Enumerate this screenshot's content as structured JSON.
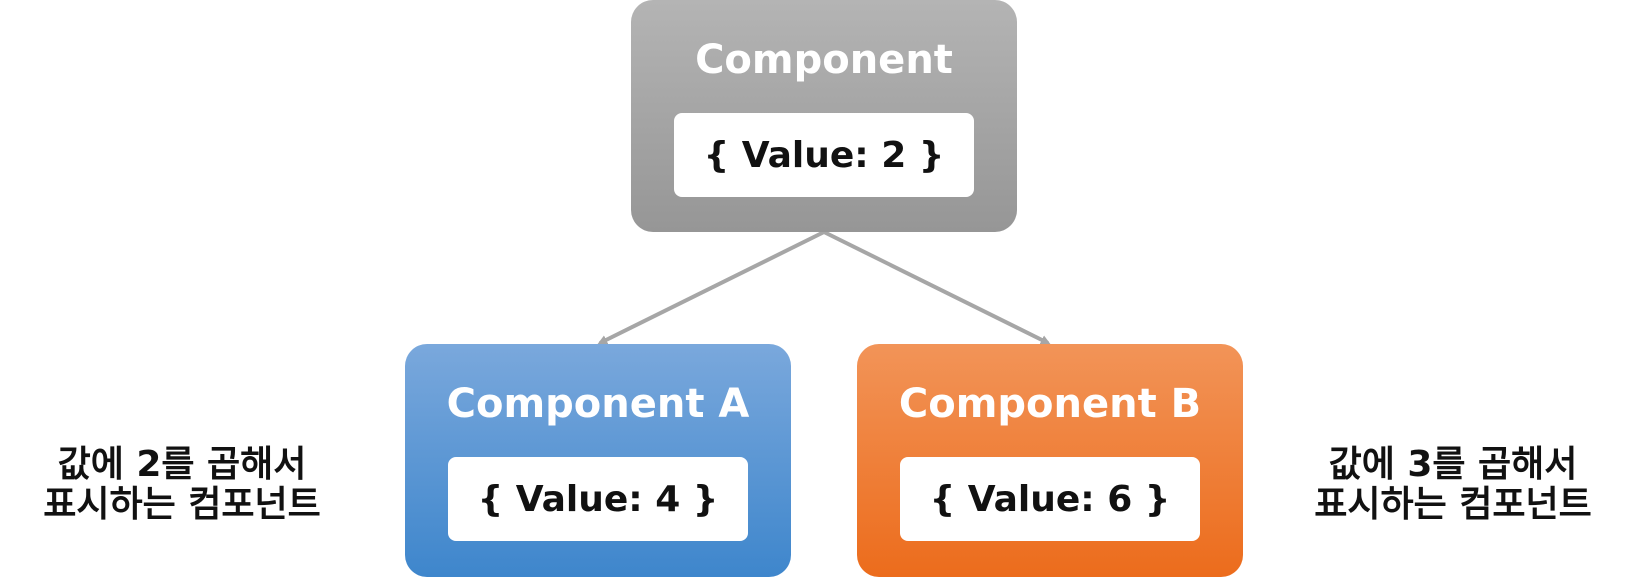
{
  "parent": {
    "title": "Component",
    "value": "{ Value: 2 }"
  },
  "child_a": {
    "title": "Component A",
    "value": "{ Value: 4 }",
    "note": [
      "값에 2를 곱해서",
      "표시하는 컴포넌트"
    ]
  },
  "child_b": {
    "title": "Component B",
    "value": "{ Value: 6 }",
    "note": [
      "값에 3를 곱해서",
      "표시하는 컴포넌트"
    ]
  },
  "colors": {
    "parent": "#a6a6a6",
    "child_a": "#5b9bd5",
    "child_b": "#ed7d31",
    "arrow": "#a6a6a6"
  }
}
